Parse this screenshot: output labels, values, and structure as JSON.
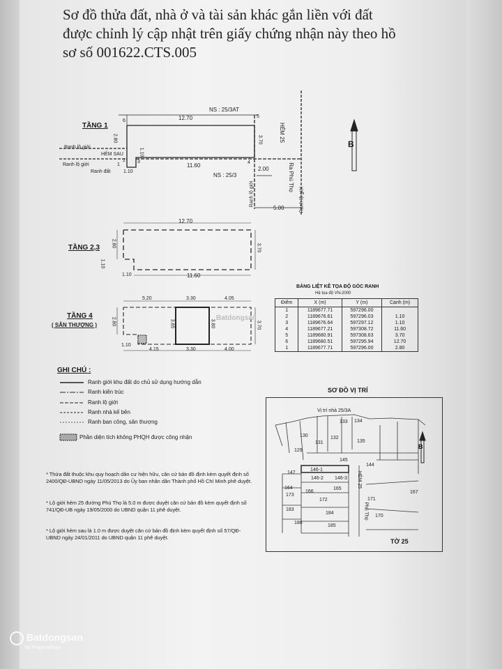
{
  "header": {
    "line1": "Sơ đồ thửa đất, nhà ở và tài sản khác gắn liền với đất",
    "line2": "được chỉnh lý cập nhật trên giấy chứng nhận này theo hồ",
    "line3": "sơ số 001622.CTS.005"
  },
  "plan": {
    "tang1": "TẦNG 1",
    "tang23": "TẦNG 2,3",
    "tang4": "TẦNG 4",
    "san_thuong": "( SÂN THƯỢNG )",
    "ns_top": "NS : 25/3AT",
    "ns_bottom": "NS : 25/3",
    "hem25": "HẺM 25",
    "ra_phu_tho": "Ra Phú Thọ",
    "hem_sau": "HẺM SAU",
    "ranh_lo_gioi_1": "Ranh lộ giới",
    "ranh_lo_gioi_2": "Ranh lộ giới",
    "ranh_dat": "Ranh đất",
    "ranh_lo_gioi_v1": "Ranh lộ giới",
    "ranh_lo_gioi_v2": "Ranh lộ giới",
    "north": "B",
    "dims": {
      "t1_top": "12.70",
      "t1_left": "2.80",
      "t1_right": "3.70",
      "t1_bottom": "11.60",
      "t1_110a": "1.10",
      "t1_110b": "1.10",
      "t1_200": "2.00",
      "t1_500": "5.00",
      "p1": "1",
      "p2": "2",
      "p3": "3",
      "p4": "4",
      "p5": "5",
      "p6": "6",
      "t2_top": "12.70",
      "t2_left": "2.80",
      "t2_right": "3.70",
      "t2_bottom": "11.60",
      "t2_110a": "1.10",
      "t2_110b": "1.10",
      "t4_a": "5.20",
      "t4_b": "3.30",
      "t4_c": "4.05",
      "t4_d": "4.15",
      "t4_e": "3.30",
      "t4_f": "4.00",
      "t4_left": "2.80",
      "t4_right": "3.70",
      "t4_h1": "3.85",
      "t4_h2": "3.80",
      "t4_110": "1.10"
    }
  },
  "coord_table": {
    "title": "BẢNG LIỆT KÊ TỌA ĐỘ GÓC RANH",
    "subtitle": "Hệ tọa độ VN-2000",
    "headers": [
      "Điểm",
      "X (m)",
      "Y (m)",
      "Cạnh (m)"
    ],
    "rows": [
      [
        "1",
        "1189677.71",
        "597296.00",
        ""
      ],
      [
        "2",
        "1189676.61",
        "597296.03",
        "1.10"
      ],
      [
        "3",
        "1189676.64",
        "597297.12",
        "1.10"
      ],
      [
        "4",
        "1189677.21",
        "597308.72",
        "11.60"
      ],
      [
        "5",
        "1189680.91",
        "597308.63",
        "3.70"
      ],
      [
        "6",
        "1189680.51",
        "597295.94",
        "12.70"
      ],
      [
        "1",
        "1189677.71",
        "597296.00",
        "2.80"
      ]
    ]
  },
  "legend": {
    "title": "GHI CHÚ :",
    "items": [
      "Ranh giới khu đất do chủ sử dụng hướng dẫn",
      "Ranh kiến trúc",
      "Ranh lộ giới",
      "Ranh nhà kế bên",
      "Ranh ban công, sân thượng",
      "Phần diện tích không PHQH được công nhận"
    ]
  },
  "notes": [
    "* Thửa đất thuộc khu quy hoạch dân cư hiện hữu, căn cứ bản đồ định kèm quyết định số 2400/QĐ-UBND ngày 11/05/2013 do Ủy ban nhân dân Thành phố Hồ Chí Minh phê duyệt.",
    "* Lộ giới hẻm 25 đường Phú Thọ là 5.0 m được duyệt căn cứ bản đồ kèm quyết định số 741/QĐ-UB ngày 19/05/2000 do UBND quận 11 phê duyệt.",
    "* Lộ giới hẻm sau là 1.0 m được duyệt căn cứ bản đồ định kèm quyết định số 57/QĐ-UBND ngày 24/01/2011 do UBND quận 11 phê duyệt."
  ],
  "location_map": {
    "title": "SƠ ĐỒ VỊ TRÍ",
    "vitri": "Vị trí nhà 25/3A",
    "to": "TỜ 25",
    "north": "B",
    "hem25": "HẺM 25",
    "phu_tho": "Phú Thọ",
    "lots": [
      "130",
      "131",
      "132",
      "133",
      "134",
      "135",
      "129",
      "145",
      "144",
      "146-1",
      "146-2",
      "146-3",
      "147",
      "164",
      "165",
      "166",
      "167",
      "173",
      "172",
      "171",
      "183",
      "184",
      "170",
      "186",
      "185"
    ]
  },
  "watermark": {
    "brand": "Batdongsan",
    "sub": "by PropertyGuru",
    "center": "Batdongsan"
  }
}
